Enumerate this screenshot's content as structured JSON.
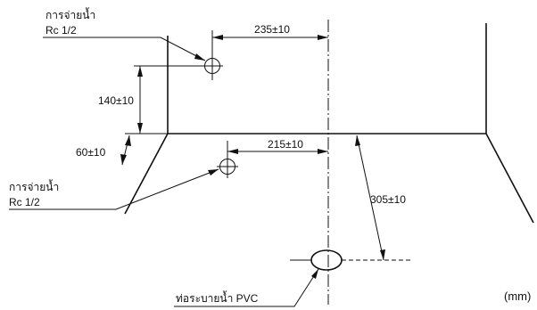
{
  "labels": {
    "water_supply_top": "การจ่ายน้ำ",
    "water_supply_top_size": "Rc 1/2",
    "water_supply_bottom": "การจ่ายน้ำ",
    "water_supply_bottom_size": "Rc 1/2",
    "drain_pipe": "ท่อระบายน้ำ PVC",
    "unit": "(mm)"
  },
  "dimensions": {
    "top_horizontal": "235±10",
    "vertical_left": "140±10",
    "bottom_horizontal": "215±10",
    "slant_left": "60±10",
    "right_diagonal": "305±10"
  }
}
